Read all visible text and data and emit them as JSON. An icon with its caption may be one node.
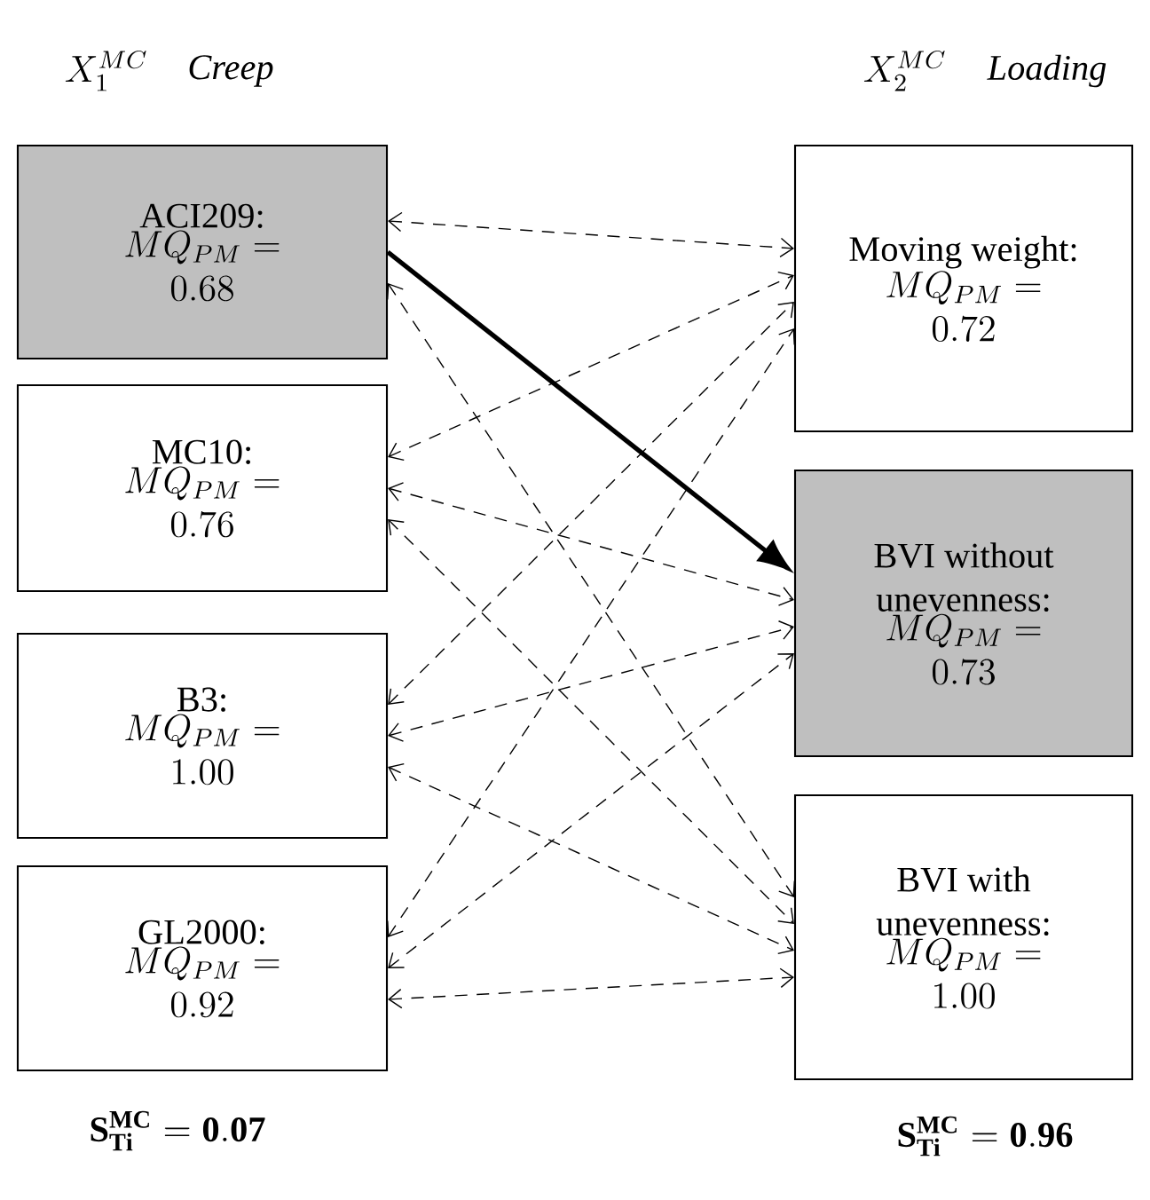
{
  "diagram": {
    "nodes": [
      {
        "text": [
          "ACI209:",
          "MQ_{PM} = 0.68"
        ]
      },
      {
        "text": [
          "MC10:",
          "MQ_{PM} = 0.76"
        ]
      },
      {
        "text": [
          "B3:",
          "MQ_{PM} = 1.00"
        ]
      },
      {
        "text": [
          "GL2000:",
          "MQ_{PM} = 0.92"
        ]
      },
      {
        "text": [
          "Moving weight:",
          "MQ_{PM} = 0.72"
        ]
      },
      {
        "text": [
          "BVI without unevenness:",
          "MQ_{PM} = 0.73"
        ]
      },
      {
        "text": [
          "BVI with unevenness:",
          "MQ_{PM} = 1.00"
        ]
      }
    ],
    "edges": [
      {
        "from": 0,
        "to": 4,
        "arrow": "both",
        "style": "dashed"
      },
      {
        "from": 0,
        "to": 5,
        "arrow": "to",
        "style": "thick"
      },
      {
        "from": 0,
        "to": 6,
        "arrow": "both",
        "style": "dashed"
      },
      {
        "from": 1,
        "to": 4,
        "arrow": "both",
        "style": "dashed"
      },
      {
        "from": 1,
        "to": 5,
        "arrow": "both",
        "style": "dashed"
      },
      {
        "from": 1,
        "to": 6,
        "arrow": "both",
        "style": "dashed"
      },
      {
        "from": 2,
        "to": 4,
        "arrow": "both",
        "style": "dashed"
      },
      {
        "from": 2,
        "to": 5,
        "arrow": "both",
        "style": "dashed"
      },
      {
        "from": 2,
        "to": 6,
        "arrow": "both",
        "style": "dashed"
      },
      {
        "from": 3,
        "to": 4,
        "arrow": "both",
        "style": "dashed"
      },
      {
        "from": 3,
        "to": 5,
        "arrow": "both",
        "style": "dashed"
      },
      {
        "from": 3,
        "to": 6,
        "arrow": "both",
        "style": "dashed"
      }
    ],
    "labels": [
      "X_1^{MC}",
      "Creep",
      "X_2^{MC}",
      "Loading",
      "\\mathbf{S}^{\\mathbf{MC}}_{\\mathbf{Ti}} = \\mathbf{0.07}",
      "\\mathbf{S}^{\\mathbf{MC}}_{\\mathbf{Ti}} = \\mathbf{0.96}"
    ]
  }
}
